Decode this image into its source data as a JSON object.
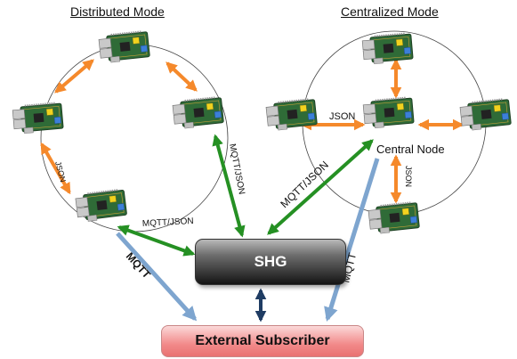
{
  "titles": {
    "distributed": "Distributed Mode",
    "centralized": "Centralized Mode"
  },
  "boxes": {
    "shg": "SHG",
    "external": "External Subscriber"
  },
  "labels": {
    "json_left": "JSON",
    "mqtt_json_right": "MQTT/JSON",
    "mqtt_json_bottom": "MQTT/JSON",
    "mqtt_left": "MQTT",
    "json_central": "JSON",
    "mqtt_json_central": "MQTT/JSON",
    "central_node": "Central Node",
    "json_vertical": "JSON",
    "mqtt_right": "MQTT"
  },
  "colors": {
    "orange_arrow": "#f5892b",
    "green_arrow": "#259023",
    "blue_arrow": "#7ea5cf",
    "navy_arrow": "#1f3c63",
    "board_green": "#2f6b37"
  }
}
